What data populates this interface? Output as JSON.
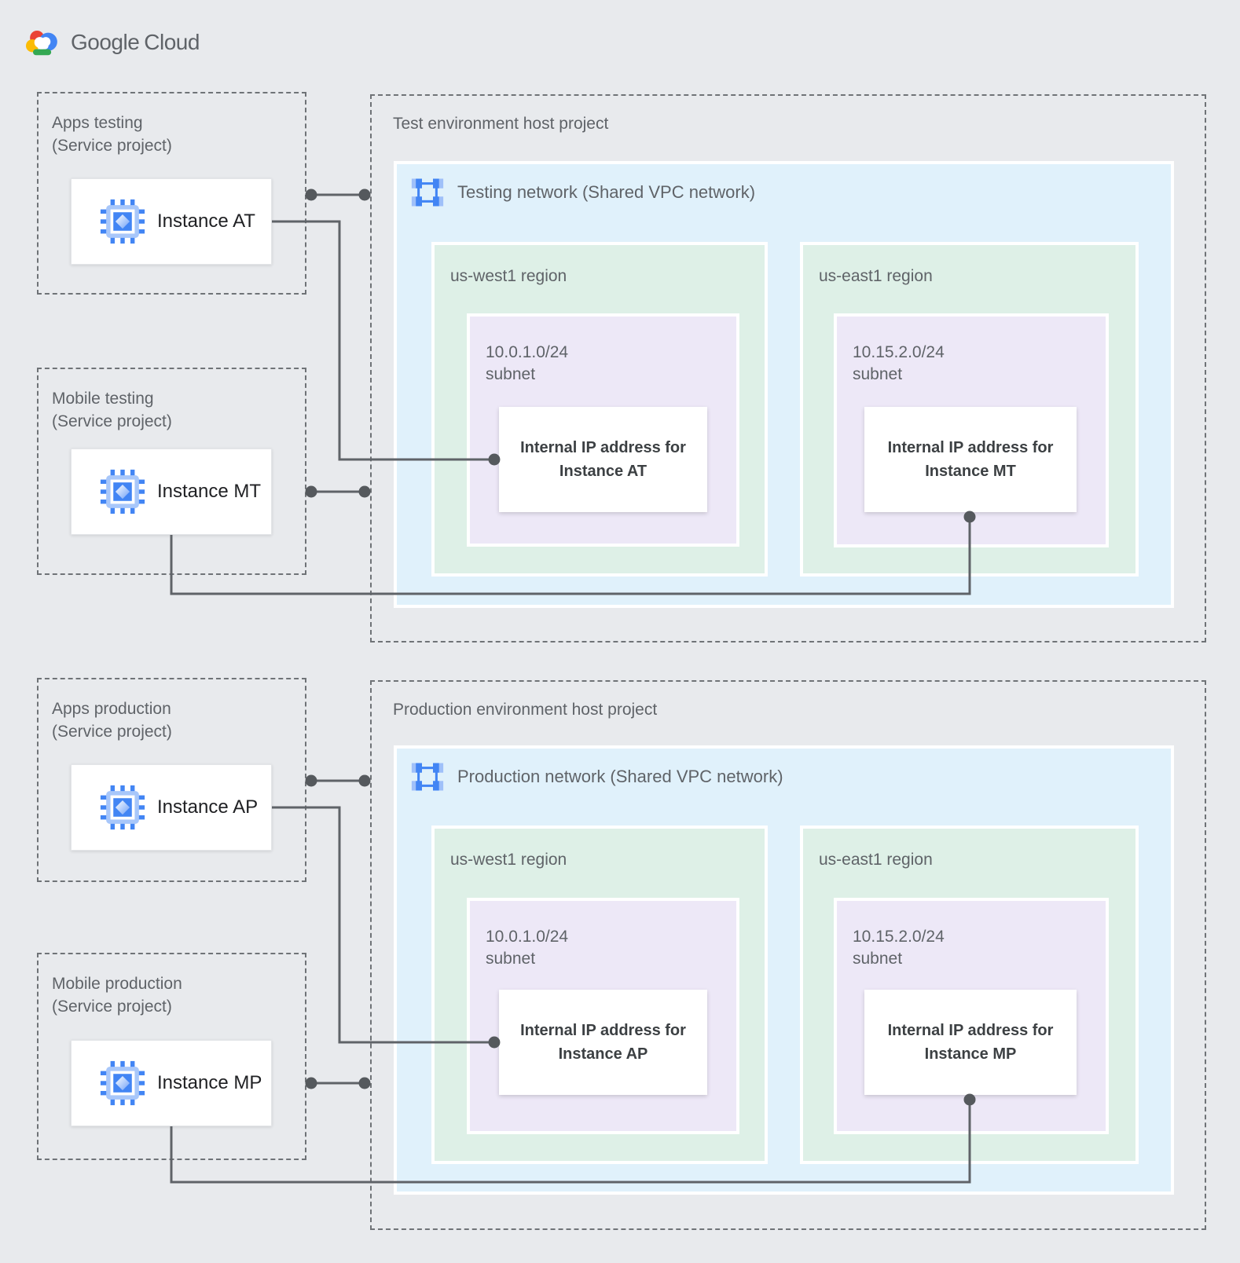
{
  "logo": {
    "brand": "Google",
    "product": "Cloud"
  },
  "colors": {
    "background": "#E8EAED",
    "vpc_fill": "#E0F1FB",
    "region_fill": "#DEF0E7",
    "subnet_fill": "#EDE8F7",
    "accent_blue": "#4285F4",
    "connector": "#5F6368"
  },
  "icons": {
    "logo": "google-cloud-logo",
    "instance": "compute-engine-chip-icon",
    "network": "vpc-network-icon"
  },
  "test": {
    "projects": [
      {
        "title": "Apps testing",
        "subtitle": "(Service project)",
        "instance": "Instance AT"
      },
      {
        "title": "Mobile testing",
        "subtitle": "(Service project)",
        "instance": "Instance MT"
      }
    ],
    "host": {
      "title": "Test environment host project",
      "network": "Testing network (Shared VPC network)",
      "regions": [
        {
          "name": "us-west1 region",
          "cidr": "10.0.1.0/24",
          "cidr_label": "subnet",
          "ip_line1": "Internal IP address for",
          "ip_line2": "Instance AT"
        },
        {
          "name": "us-east1 region",
          "cidr": "10.15.2.0/24",
          "cidr_label": "subnet",
          "ip_line1": "Internal IP address for",
          "ip_line2": "Instance MT"
        }
      ]
    }
  },
  "production": {
    "projects": [
      {
        "title": "Apps production",
        "subtitle": "(Service project)",
        "instance": "Instance AP"
      },
      {
        "title": "Mobile production",
        "subtitle": "(Service project)",
        "instance": "Instance MP"
      }
    ],
    "host": {
      "title": "Production environment host project",
      "network": "Production network (Shared VPC network)",
      "regions": [
        {
          "name": "us-west1 region",
          "cidr": "10.0.1.0/24",
          "cidr_label": "subnet",
          "ip_line1": "Internal IP address for",
          "ip_line2": "Instance AP"
        },
        {
          "name": "us-east1 region",
          "cidr": "10.15.2.0/24",
          "cidr_label": "subnet",
          "ip_line1": "Internal IP address for",
          "ip_line2": "Instance MP"
        }
      ]
    }
  }
}
